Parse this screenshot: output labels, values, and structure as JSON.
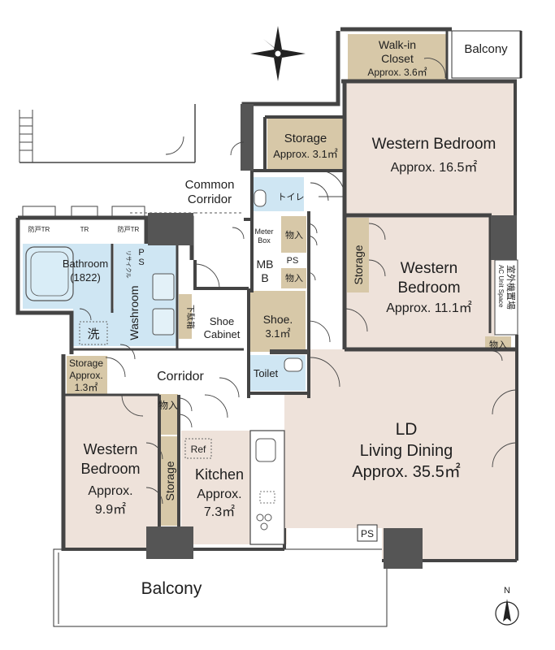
{
  "rooms": {
    "walkin_closet": {
      "line1": "Walk-in",
      "line2": "Closet",
      "area": "Approx. 3.6㎡"
    },
    "balcony_top": "Balcony",
    "storage_top": {
      "name": "Storage",
      "area": "Approx. 3.1㎡"
    },
    "western_bedroom_1": {
      "name": "Western Bedroom",
      "area": "Approx. 16.5㎡"
    },
    "common_corridor": {
      "line1": "Common",
      "line2": "Corridor"
    },
    "toilet_top": "トイレ",
    "meter_box": {
      "line1": "Meter",
      "line2": "Box"
    },
    "monoire_1": "物入",
    "mb": {
      "line1": "MB",
      "line2": "B"
    },
    "ps_1": "PS",
    "monoire_2": "物入",
    "storage_vertical": "Storage",
    "western_bedroom_2": {
      "line1": "Western",
      "line2": "Bedroom",
      "area": "Approx. 11.1㎡"
    },
    "ac_unit": {
      "jp": "室外機置場",
      "en": "AC Unit Space"
    },
    "monoire_3": "物入",
    "bathroom": {
      "name": "Bathroom",
      "size": "(1822)"
    },
    "recycle_room": "リサイクル",
    "ps_bath": {
      "line1": "P",
      "line2": "S"
    },
    "washroom": "Washroom",
    "wash_mark": "洗",
    "getabako": "下駄箱",
    "shoe_cabinet": {
      "line1": "Shoe",
      "line2": "Cabinet"
    },
    "shoe_storage": {
      "line1": "Shoe.",
      "line2": "3.1㎡"
    },
    "toilet_en": "Toilet",
    "storage_small": {
      "name": "Storage",
      "approx": "Approx.",
      "area": "1.3㎡"
    },
    "corridor": "Corridor",
    "monoire_kitchen": "物入",
    "western_bedroom_3": {
      "line1": "Western",
      "line2": "Bedroom",
      "approx": "Approx.",
      "area": "9.9㎡"
    },
    "storage_kitchen": "Storage",
    "ref": "Ref",
    "kitchen": {
      "name": "Kitchen",
      "approx": "Approx.",
      "area": "7.3㎡"
    },
    "ld": {
      "line1": "LD",
      "line2": "Living Dining",
      "area": "Approx. 35.5㎡"
    },
    "ps_ld": "PS",
    "balcony_bottom": "Balcony"
  },
  "tr_labels": [
    "防戸TR",
    "TR",
    "防戸TR"
  ],
  "compass": {
    "north": "N"
  }
}
